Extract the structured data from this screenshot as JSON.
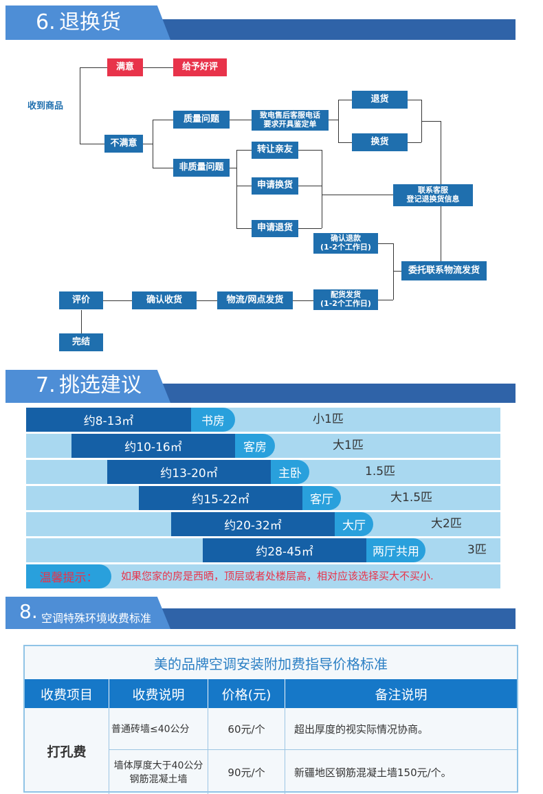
{
  "section6": {
    "num": "6.",
    "title": "退换货",
    "nodes": {
      "received": "收到商品",
      "satisfied": "满意",
      "good_review": "给予好评",
      "unsatisfied": "不满意",
      "quality": "质量问题",
      "non_quality": "非质量问题",
      "call_service_1": "致电售后客服电话",
      "call_service_2": "要求开具鉴定单",
      "return": "退货",
      "exchange": "换货",
      "transfer": "转让亲友",
      "apply_exchange": "申请换货",
      "apply_return": "申请退货",
      "contact_1": "联系客服",
      "contact_2": "登记退换货信息",
      "refund_1": "确认退款",
      "refund_2": "(1-2个工作日)",
      "logistics": "委托联系物流发货",
      "ship_1": "配货发货",
      "ship_2": "(1-2个工作日)",
      "dispatch": "物流/网点发货",
      "confirm": "确认收货",
      "review": "评价",
      "done": "完结"
    }
  },
  "section7": {
    "num": "7.",
    "title": "挑选建议",
    "rows": [
      {
        "area": "约8-13㎡",
        "room": "书房",
        "size": "小1匹"
      },
      {
        "area": "约10-16㎡",
        "room": "客房",
        "size": "大1匹"
      },
      {
        "area": "约13-20㎡",
        "room": "主卧",
        "size": "1.5匹"
      },
      {
        "area": "约15-22㎡",
        "room": "客厅",
        "size": "大1.5匹"
      },
      {
        "area": "约20-32㎡",
        "room": "大厅",
        "size": "大2匹"
      },
      {
        "area": "约28-45㎡",
        "room": "两厅共用",
        "size": "3匹"
      }
    ],
    "tip_label": "温馨提示：",
    "tip_text": "如果您家的房是西晒，顶层或者处楼层高，相对应该选择买大不买小."
  },
  "section8": {
    "num": "8.",
    "title": "空调特殊环境收费标准",
    "table_title": "美的品牌空调安装附加费指导价格标准",
    "headers": [
      "收费项目",
      "收费说明",
      "价格(元)",
      "备注说明"
    ],
    "item": "打孔费",
    "rows": [
      {
        "desc": "普通砖墙≤40公分",
        "price": "60元/个",
        "note": "超出厚度的视实际情况协商。"
      },
      {
        "desc1": "墙体厚度大于40公分",
        "desc2": "钢筋混凝土墙",
        "price": "90元/个",
        "note": "新疆地区钢筋混凝土墙150元/个。"
      }
    ]
  },
  "colors": {
    "header_dark": "#2f63a8",
    "header_light": "#4e8ed6",
    "flow_box": "#1f6fae",
    "flow_red": "#e8334a",
    "row_bg": "#a9d8f0",
    "row_dark": "#1560a6",
    "row_pill": "#29a0dc",
    "tip_red": "#e8334a",
    "table_header": "#1678c8"
  }
}
